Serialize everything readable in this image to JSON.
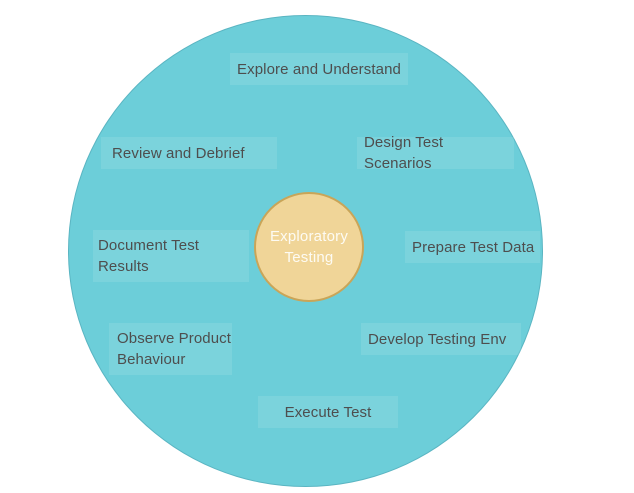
{
  "colors": {
    "canvas-bg": "#ffffff",
    "outer-circle-fill": "#6cced9",
    "outer-circle-border": "#5ab5c2",
    "label-box-bg": "rgba(255,255,255,0.10)",
    "label-text": "#4e4e4e",
    "center-circle-fill": "#f0d598",
    "center-circle-border": "#c9a558",
    "center-text": "#fdfbf3"
  },
  "diagram": {
    "type": "cycle-diagram",
    "center": {
      "label": "Exploratory\nTesting"
    },
    "steps": [
      {
        "id": "explore-and-understand",
        "label": "Explore and Understand"
      },
      {
        "id": "design-test-scenarios",
        "label": "Design Test Scenarios"
      },
      {
        "id": "prepare-test-data",
        "label": "Prepare Test Data"
      },
      {
        "id": "develop-testing-env",
        "label": "Develop Testing Env"
      },
      {
        "id": "execute-test",
        "label": "Execute Test"
      },
      {
        "id": "observe-product-behaviour",
        "label": "Observe Product\nBehaviour"
      },
      {
        "id": "document-test-results",
        "label": "Document Test\nResults"
      },
      {
        "id": "review-and-debrief",
        "label": "Review and Debrief"
      }
    ]
  }
}
